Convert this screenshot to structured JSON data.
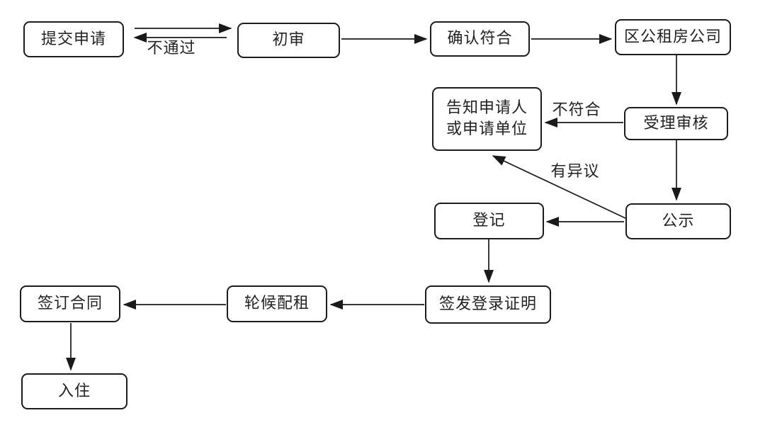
{
  "diagram": {
    "background_color": "#ffffff",
    "line_color": "#1a1a1a",
    "nodes": {
      "submit_application": {
        "label": "提交申请"
      },
      "initial_review": {
        "label": "初审"
      },
      "confirm_eligibility": {
        "label": "确认符合"
      },
      "district_company": {
        "label": "区公租房公司"
      },
      "notify_applicant": {
        "line1": "告知申请人",
        "line2": "或申请单位"
      },
      "accept_review": {
        "label": "受理审核"
      },
      "public_announcement": {
        "label": "公示"
      },
      "registration": {
        "label": "登记"
      },
      "issue_certificate": {
        "label": "签发登录证明"
      },
      "waitlist_allocation": {
        "label": "轮候配租"
      },
      "sign_contract": {
        "label": "签订合同"
      },
      "move_in": {
        "label": "入住"
      }
    },
    "edge_labels": {
      "not_passed": "不通过",
      "not_qualified": "不符合",
      "objection": "有异议"
    }
  }
}
